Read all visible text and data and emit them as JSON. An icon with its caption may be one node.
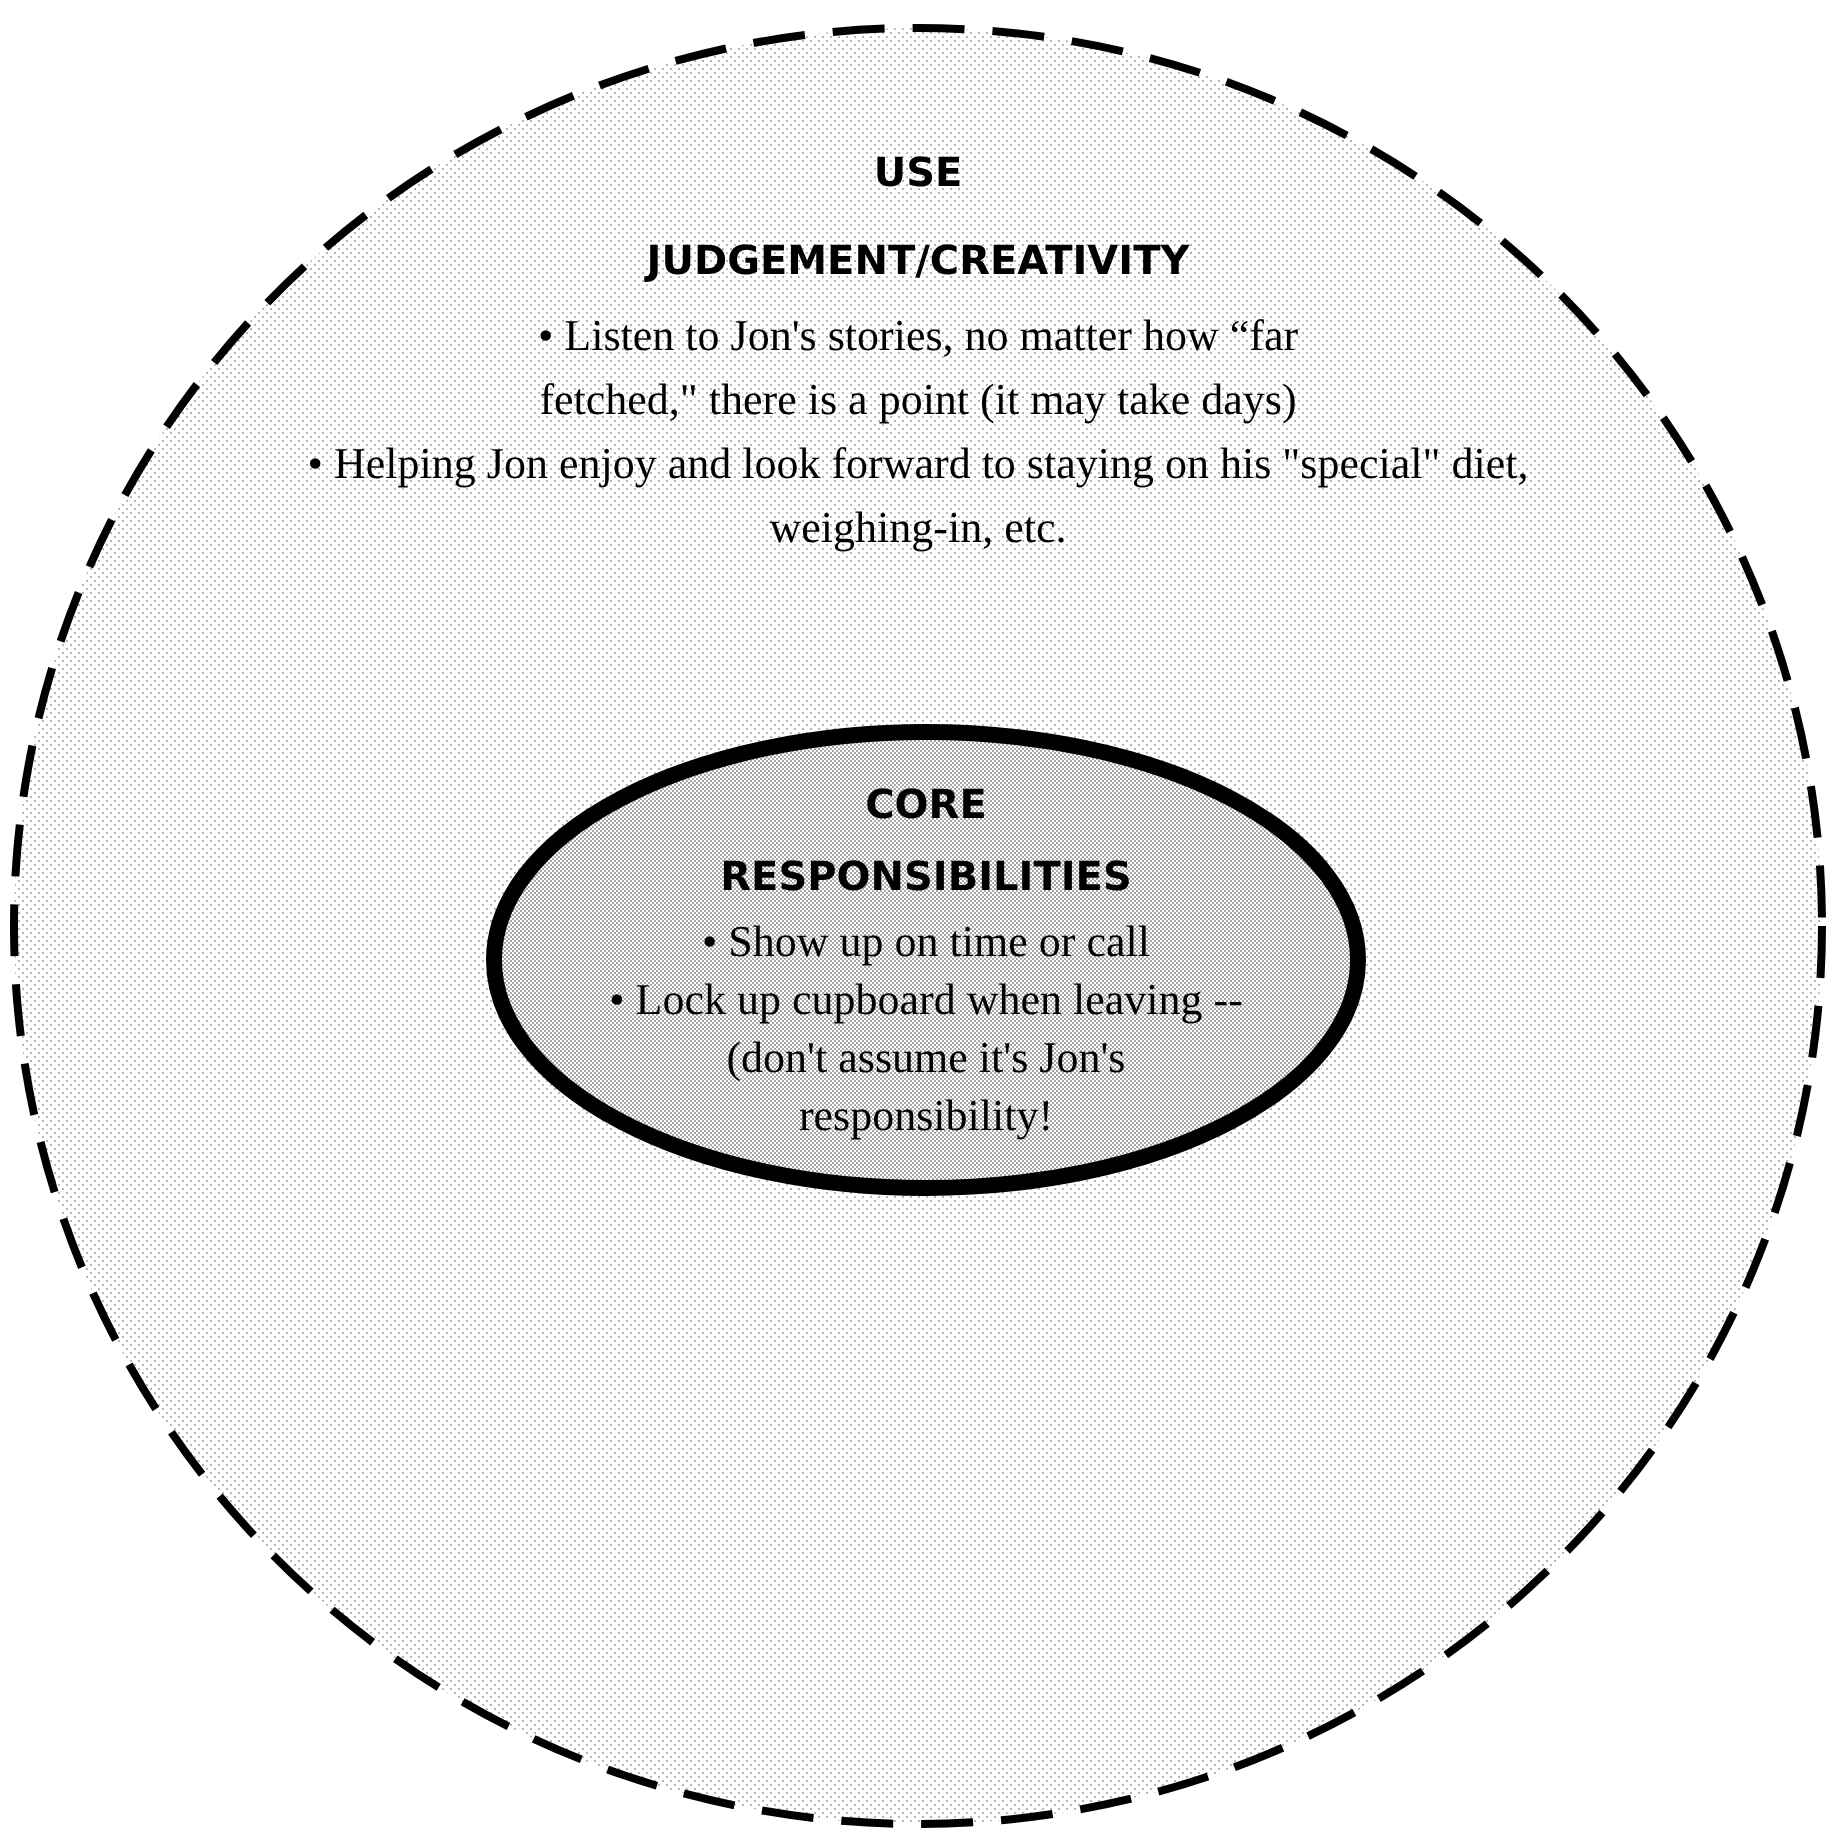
{
  "diagram": {
    "nodes": [
      {
        "text": [
          "USE JUDGEMENT/CREATIVITY",
          "• Listen to Jon's stories, no matter how “far fetched,\" there is a point (it may take days)",
          "• Helping Jon enjoy and look forward to staying on his \"special\" diet, weighing-in, etc."
        ]
      },
      {
        "text": [
          "CORE RESPONSIBILITIES",
          "• Show up on time or call",
          "• Lock up cupboard when leaving -- (don't assume it's Jon's responsibility!"
        ],
        "in": 0
      }
    ]
  }
}
